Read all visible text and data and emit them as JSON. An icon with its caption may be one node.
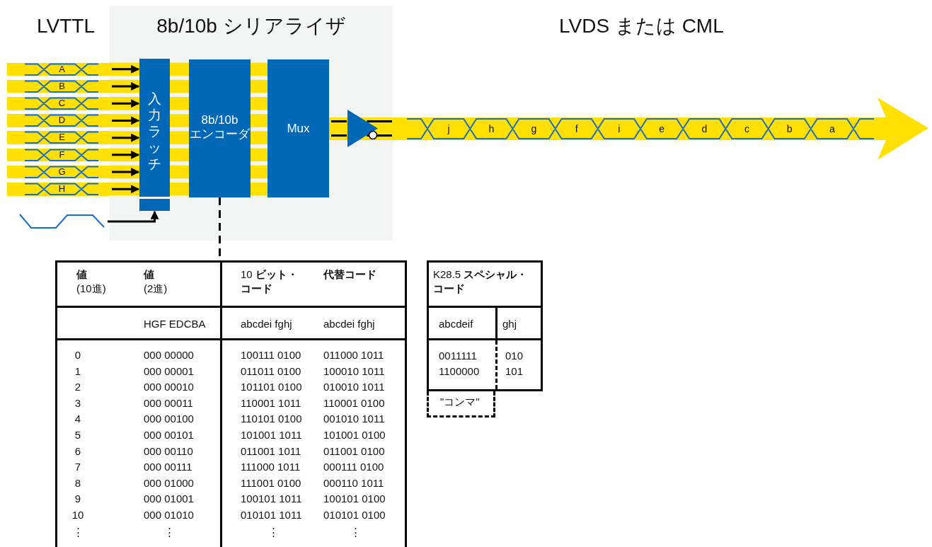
{
  "diagram": {
    "nodes": [
      {
        "text": [
          "8b/10b シリアライザ"
        ]
      },
      {
        "text": [
          "入力ラッチ"
        ],
        "in": 0
      },
      {
        "text": [
          "8b/10b エンコーダ"
        ],
        "in": 0
      },
      {
        "text": [
          "Mux"
        ],
        "in": 0
      },
      {
        "text": [],
        "shape": "triangle",
        "in": 0
      },
      {
        "text": [],
        "shape": "box",
        "in": 0
      },
      {
        "text": [],
        "shape": "waveform"
      },
      {
        "text": [
          "A"
        ]
      },
      {
        "text": [
          "B"
        ]
      },
      {
        "text": [
          "C"
        ]
      },
      {
        "text": [
          "D"
        ]
      },
      {
        "text": [
          "E"
        ]
      },
      {
        "text": [
          "F"
        ]
      },
      {
        "text": [
          "G"
        ]
      },
      {
        "text": [
          "H"
        ]
      },
      {
        "text": [
          "j",
          "h",
          "g",
          "f",
          "i",
          "e",
          "d",
          "c",
          "b",
          "a"
        ]
      },
      {
        "text": [
          "**値** (10進)",
          "**値** (2進)",
          "10 **ビット・コード**",
          "代替コード",
          "HGF EDCBA",
          "abcdei fghj",
          "abcdei fghj",
          "0",
          "000 00000",
          "100111 0100",
          "011000 1011",
          "1",
          "000 00001",
          "011011 0100",
          "100010 1011",
          "2",
          "000 00010",
          "101101 0100",
          "010010 1011",
          "3",
          "000 00011",
          "110001 1011",
          "110001 0100",
          "4",
          "000 00100",
          "110101 0100",
          "001010 1011",
          "5",
          "000 00101",
          "101001 1011",
          "101001 0100",
          "6",
          "000 00110",
          "011001 1011",
          "011001 0100",
          "7",
          "000 00111",
          "111000 1011",
          "000111 0100",
          "8",
          "000 01000",
          "111001 0100",
          "000110 1011",
          "9",
          "000 01001",
          "100101 1011",
          "100101 0100",
          "10",
          "000 01010",
          "010101 1011",
          "010101 0100",
          "⋮",
          "⋮",
          "⋮",
          "⋮"
        ]
      },
      {
        "text": [
          "K28.5 **スペシャル・コード**",
          "abcdeif",
          "ghj",
          "0011111",
          "010",
          "1100000",
          "101"
        ]
      },
      {
        "text": [
          "\"コンマ\""
        ]
      }
    ],
    "edges": [
      {
        "from": 7,
        "to": 1,
        "arrow": "to"
      },
      {
        "from": 8,
        "to": 1,
        "arrow": "to"
      },
      {
        "from": 9,
        "to": 1,
        "arrow": "to"
      },
      {
        "from": 10,
        "to": 1,
        "arrow": "to"
      },
      {
        "from": 11,
        "to": 1,
        "arrow": "to"
      },
      {
        "from": 12,
        "to": 1,
        "arrow": "to"
      },
      {
        "from": 13,
        "to": 1,
        "arrow": "to"
      },
      {
        "from": 14,
        "to": 1,
        "arrow": "to"
      },
      {
        "from": 6,
        "to": 5,
        "arrow": "to"
      },
      {
        "from": 3,
        "to": 4,
        "arrow": "none"
      },
      {
        "from": 3,
        "to": 4,
        "arrow": "none"
      },
      {
        "from": 4,
        "to": 15,
        "arrow": "none"
      },
      {
        "from": 4,
        "to": 15,
        "arrow": "none"
      },
      {
        "from": 2,
        "to": 16,
        "arrow": "none",
        "style": "dashed"
      }
    ],
    "labels": [
      "LVTTL",
      "LVDS または CML"
    ]
  }
}
